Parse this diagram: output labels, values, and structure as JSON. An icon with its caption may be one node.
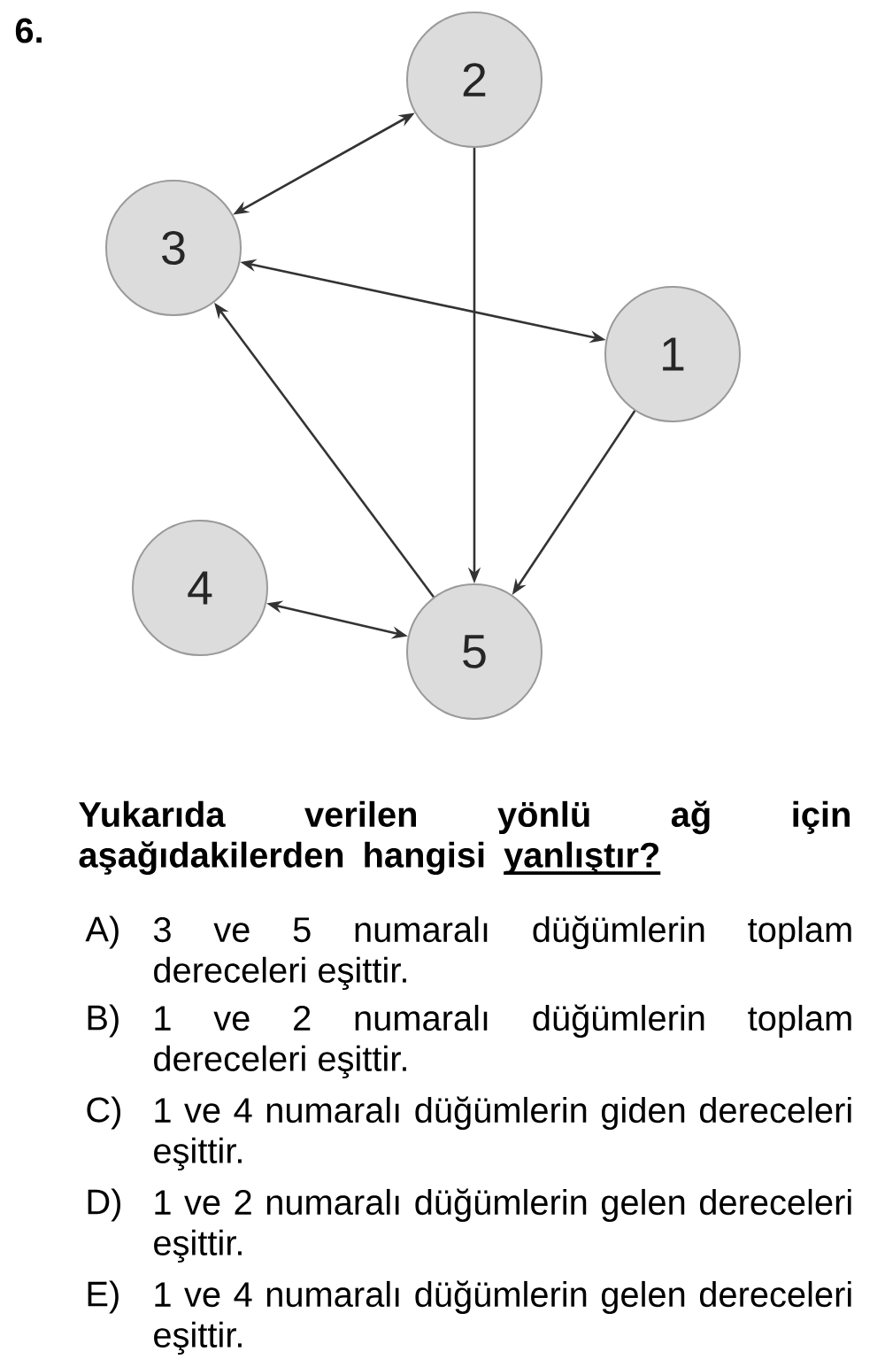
{
  "diagram": {
    "nodes": [
      {
        "text": [
          "2"
        ]
      },
      {
        "text": [
          "3"
        ]
      },
      {
        "text": [
          "1"
        ]
      },
      {
        "text": [
          "4"
        ]
      },
      {
        "text": [
          "5"
        ]
      }
    ],
    "edges": [
      {
        "from": 0,
        "to": 1,
        "arrow": "both"
      },
      {
        "from": 1,
        "to": 2,
        "arrow": "both"
      },
      {
        "from": 0,
        "to": 4,
        "arrow": "to"
      },
      {
        "from": 2,
        "to": 4,
        "arrow": "to"
      },
      {
        "from": 4,
        "to": 1,
        "arrow": "to"
      },
      {
        "from": 3,
        "to": 4,
        "arrow": "both"
      }
    ],
    "labels": [
      "6.",
      "Yukarıda verilen yönlü ağ için aşağıdakilerden hangisi",
      "yanlıştır?",
      "A)",
      "3 ve 5 numaralı düğümlerin toplam dereceleri eşittir.",
      "B)",
      "1 ve 2 numaralı düğümlerin toplam dereceleri eşittir.",
      "C)",
      "1 ve 4 numaralı düğümlerin giden dereceleri eşittir.",
      "D)",
      "1 ve 2 numaralı düğümlerin gelen dereceleri eşittir.",
      "E)",
      "1 ve 4 numaralı düğümlerin gelen dereceleri eşittir."
    ]
  }
}
